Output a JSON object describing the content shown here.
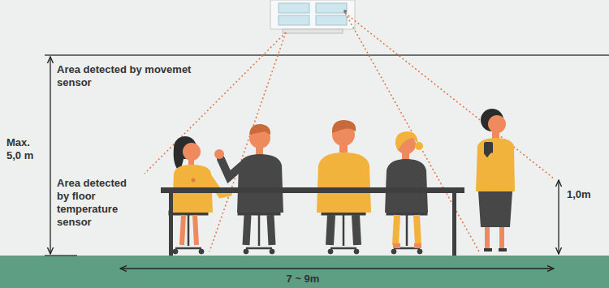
{
  "diagram": {
    "labels": [
      "Area detected by movemet sensor",
      "Area detected by floor temperature sensor",
      "Max. 5,0 m",
      "1,0m",
      "7 ~ 9m"
    ]
  }
}
